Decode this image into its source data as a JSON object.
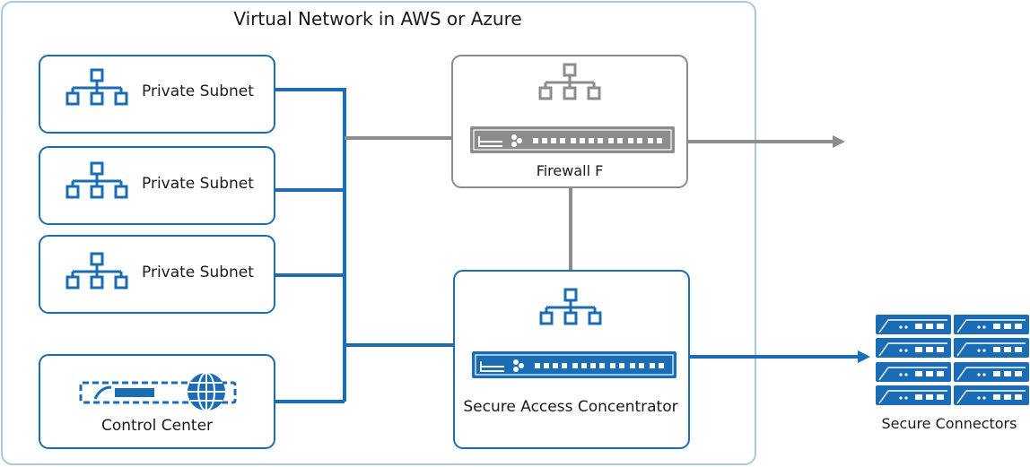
{
  "title": "Virtual Network in AWS or Azure",
  "subnets": [
    {
      "label": "Private Subnet"
    },
    {
      "label": "Private Subnet"
    },
    {
      "label": "Private Subnet"
    }
  ],
  "control_center": {
    "label": "Control Center"
  },
  "firewall": {
    "label": "Firewall F"
  },
  "concentrator": {
    "label": "Secure Access Concentrator"
  },
  "connectors": {
    "label": "Secure Connectors"
  },
  "colors": {
    "blue": "#1a6db5",
    "gray": "#8c8c8c",
    "frame": "#a9c9e2"
  }
}
